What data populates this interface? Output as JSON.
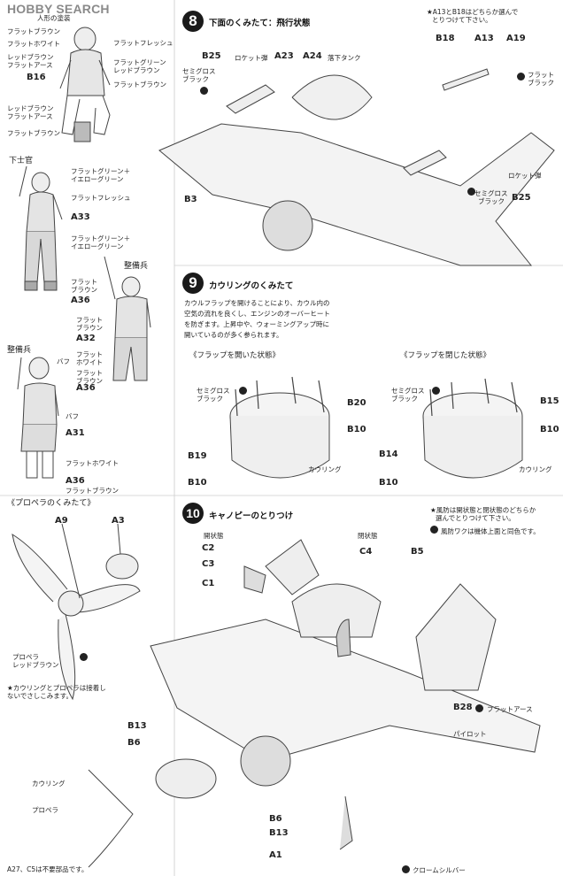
{
  "watermark": "HOBBY SEARCH",
  "figures": {
    "header_line": "人形の塗装",
    "pilot_colors": [
      "フラットブラウン",
      "フラットホワイト",
      "レッドブラウン",
      "フラットアース",
      "フラットフレッシュ",
      "フラットグリーン",
      "レッドブラウン",
      "フラットブラウン",
      "レッドブラウン",
      "フラットアース",
      "フラットブラウン"
    ],
    "pilot_part": "B16",
    "nco_label": "下士官",
    "nco_colors": [
      "フラットグリーン＋",
      "イエローグリーン",
      "フラットフレッシュ",
      "フラットグリーン＋",
      "イエローグリーン",
      "フラット",
      "ブラウン"
    ],
    "nco_parts": [
      "A33",
      "A36"
    ],
    "mech1_label": "整備兵",
    "mech1_colors": [
      "フラット",
      "ブラウン",
      "フラット",
      "ホワイト",
      "フラット",
      "ブラウン"
    ],
    "mech1_parts": [
      "A32",
      "A36"
    ],
    "mech2_label": "整備兵",
    "mech2_colors": [
      "バフ",
      "バフ",
      "フラットホワイト",
      "フラットブラウン"
    ],
    "mech2_parts": [
      "A31",
      "A36"
    ]
  },
  "propeller": {
    "title": "《プロペラのくみたて》",
    "parts": [
      "A9",
      "A3"
    ],
    "color_label_1": "プロペラ",
    "color_label_2": "レッドブラウン",
    "note_1": "★カウリングとプロペラは接着し",
    "note_2": "ないでさしこみます。"
  },
  "step8": {
    "number": "8",
    "title": "下面のくみたて：飛行状態",
    "note_1": "★A13とB18はどちらか選んで",
    "note_2": "とりつけて下さい。",
    "parts_top": [
      "B18",
      "A13",
      "A19"
    ],
    "color_right_1": "フラット",
    "color_right_2": "ブラック",
    "left_labels": [
      "B25",
      "ロケット弾",
      "A23",
      "A24",
      "落下タンク"
    ],
    "left_color_1": "セミグロス",
    "left_color_2": "ブラック",
    "b3": "B3",
    "rocket": "ロケット弾",
    "right_color_1": "セミグロス",
    "right_color_2": "ブラック",
    "b25r": "B25"
  },
  "step9": {
    "number": "9",
    "title": "カウリングのくみたて",
    "text": [
      "カウルフラップを開けることにより、カウル内の",
      "空気の流れを良くし、エンジンのオーバーヒート",
      "を防ぎます。上昇中や、ウォーミングアップ時に",
      "開いているのが多く参られます。"
    ],
    "open_title": "《フラップを開いた状態》",
    "closed_title": "《フラップを閉じた状態》",
    "color_1": "セミグロス",
    "color_2": "ブラック",
    "open_parts": [
      "B20",
      "B10",
      "B19",
      "B10"
    ],
    "closed_parts": [
      "B15",
      "B10",
      "B14",
      "B10"
    ],
    "cowling": "カウリング"
  },
  "step10": {
    "number": "10",
    "title": "キャノピーのとりつけ",
    "note_1": "★風防は開状態と閉状態のどちらか",
    "note_2": "選んでとりつけて下さい。",
    "note_3": "風防ワクは機体上面と同色です。",
    "open_label": "開状態",
    "closed_label": "閉状態",
    "canopy_parts": [
      "C2",
      "C3",
      "C1",
      "C4",
      "B5"
    ],
    "b28": "B28",
    "flat_earth": "フラットアース",
    "pilot": "パイロット",
    "left_parts": [
      "B13",
      "B6"
    ],
    "cowling": "カウリング",
    "propeller": "プロペラ",
    "bottom_parts": [
      "B6",
      "B13",
      "A1"
    ],
    "chrome": "クロームシルバー"
  },
  "footer": "A27、C5は不要部品です。"
}
